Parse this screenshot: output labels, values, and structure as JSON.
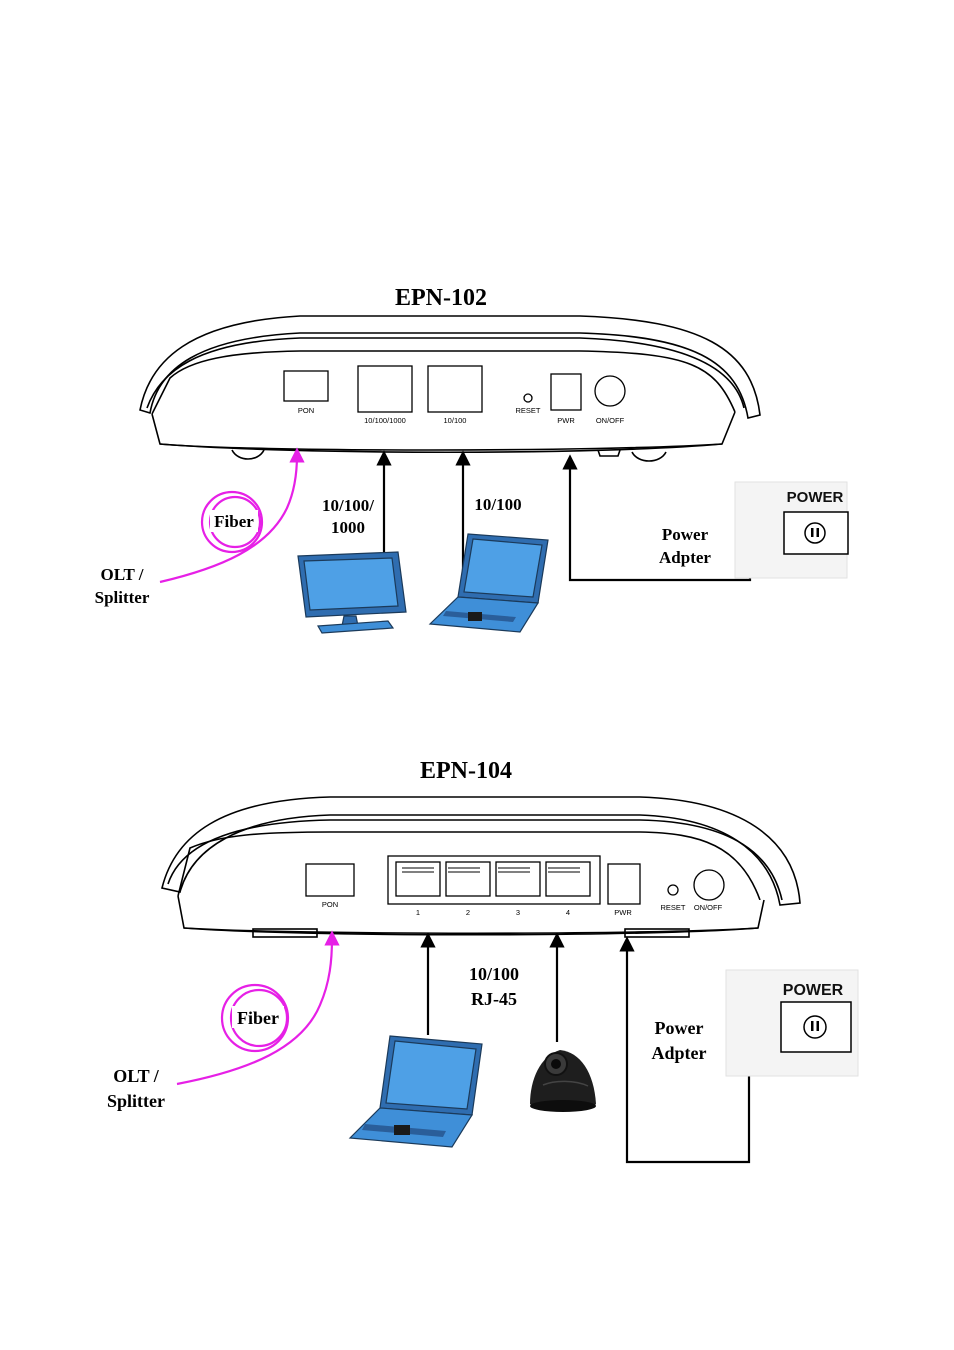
{
  "colors": {
    "fiber": "#e620e6",
    "screen": "#3f8fd8",
    "line": "#000000"
  },
  "diagram1": {
    "title": "EPN-102",
    "ports": {
      "pon": "PON",
      "gig": "10/100/1000",
      "fast": "10/100",
      "reset": "RESET",
      "pwr": "PWR",
      "onoff": "ON/OFF"
    },
    "fiber_label": "Fiber",
    "olt_line1": "OLT /",
    "olt_line2": "Splitter",
    "gig_label_line1": "10/100/",
    "gig_label_line2": "1000",
    "fast_label": "10/100",
    "power_adapter_line1": "Power",
    "power_adapter_line2": "Adpter",
    "outlet_label": "POWER",
    "icons": [
      "monitor-icon",
      "laptop-icon",
      "power-adapter-icon",
      "wall-outlet-icon"
    ]
  },
  "diagram2": {
    "title": "EPN-104",
    "ports": {
      "pon": "PON",
      "p1": "1",
      "p2": "2",
      "p3": "3",
      "p4": "4",
      "pwr": "PWR",
      "reset": "RESET",
      "onoff": "ON/OFF"
    },
    "fiber_label": "Fiber",
    "olt_line1": "OLT /",
    "olt_line2": "Splitter",
    "lan_label_line1": "10/100",
    "lan_label_line2": "RJ-45",
    "power_adapter_line1": "Power",
    "power_adapter_line2": "Adpter",
    "outlet_label": "POWER",
    "icons": [
      "laptop-icon",
      "ip-camera-icon",
      "power-adapter-icon",
      "wall-outlet-icon"
    ]
  }
}
